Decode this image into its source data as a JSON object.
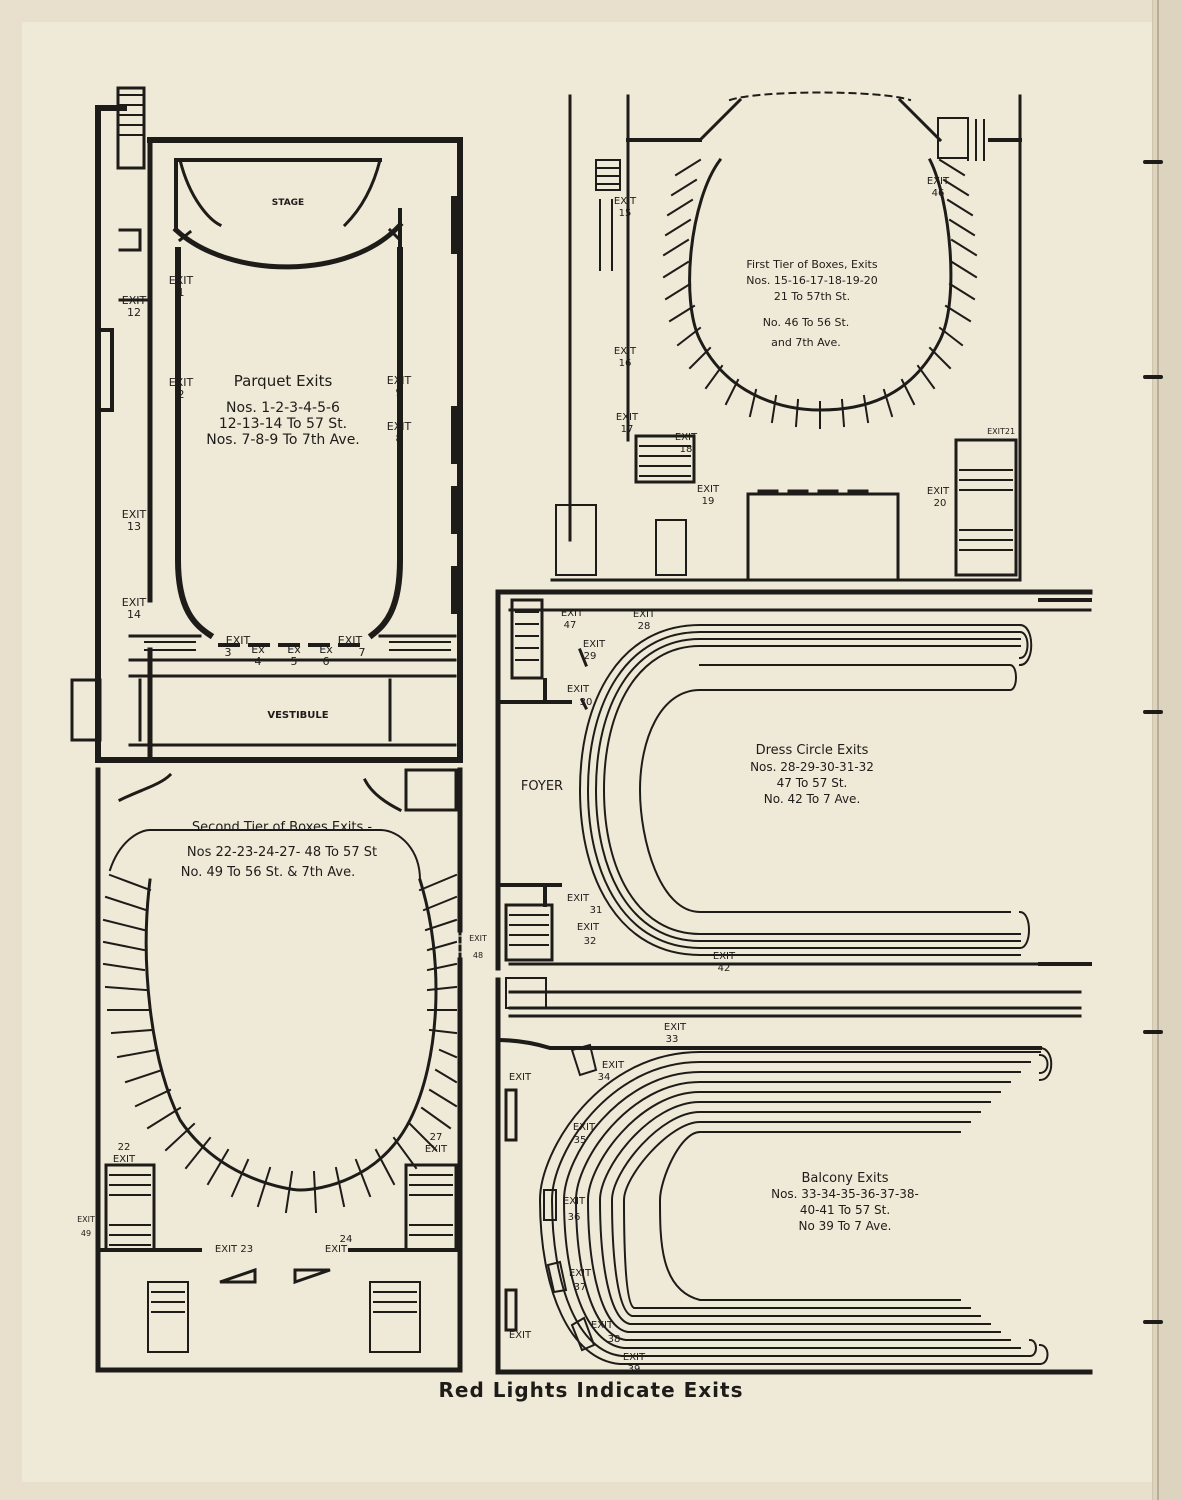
{
  "caption": "Red Lights Indicate Exits",
  "parquet": {
    "stage": "STAGE",
    "vestibule": "VESTIBULE",
    "title": "Parquet Exits",
    "lines": [
      "Nos. 1-2-3-4-5-6",
      "12-13-14 To 57 St.",
      "Nos. 7-8-9 To 7th Ave."
    ],
    "exits": {
      "e1": [
        "EXIT",
        "1"
      ],
      "e2": [
        "EXIT",
        "2"
      ],
      "e3": [
        "EXIT",
        "3"
      ],
      "e4": [
        "Ex",
        "4"
      ],
      "e5": [
        "Ex",
        "5"
      ],
      "e6": [
        "Ex",
        "6"
      ],
      "e7": [
        "EXIT",
        "7"
      ],
      "e8": [
        "EXIT",
        "8"
      ],
      "e9": [
        "EXIT",
        "9"
      ],
      "e12": [
        "EXIT",
        "12"
      ],
      "e13": [
        "EXIT",
        "13"
      ],
      "e14": [
        "EXIT",
        "14"
      ]
    }
  },
  "first_tier": {
    "title": "First Tier of Boxes, Exits",
    "lines": [
      "Nos. 15-16-17-18-19-20",
      "21 To 57th St.",
      "No. 46 To 56 St.",
      "and 7th Ave."
    ],
    "exits": {
      "e15": [
        "EXIT",
        "15"
      ],
      "e16": [
        "EXIT",
        "16"
      ],
      "e17": [
        "EXIT",
        "17"
      ],
      "e18": [
        "EXIT",
        "18"
      ],
      "e19": [
        "EXIT",
        "19"
      ],
      "e20": [
        "EXIT",
        "20"
      ],
      "e21": [
        "EXIT",
        "21"
      ],
      "e46": [
        "EXIT",
        "46"
      ]
    }
  },
  "second_tier": {
    "title": "Second Tier of Boxes Exits -",
    "lines": [
      "Nos 22-23-24-27- 48 To 57 St",
      "No. 49 To 56 St. & 7th Ave."
    ],
    "exits": {
      "e22": [
        "22",
        "EXIT"
      ],
      "e23": [
        "EXIT 23",
        ""
      ],
      "e24": [
        "24",
        "EXIT"
      ],
      "e27": [
        "27",
        "EXIT"
      ],
      "e48": [
        "EXIT",
        "48"
      ],
      "e49": [
        "EXIT",
        "49"
      ]
    }
  },
  "dress_circle": {
    "foyer": "FOYER",
    "title": "Dress Circle Exits",
    "lines": [
      "Nos. 28-29-30-31-32",
      "47 To 57 St.",
      "No. 42 To 7 Ave."
    ],
    "exits": {
      "e28": [
        "EXIT",
        "28"
      ],
      "e29": [
        "EXIT",
        "29"
      ],
      "e30": [
        "EXIT",
        "30"
      ],
      "e31": [
        "EXIT",
        "31"
      ],
      "e32": [
        "EXIT",
        "32"
      ],
      "e42": [
        "EXIT",
        "42"
      ],
      "e47": [
        "EXIT",
        "47"
      ]
    }
  },
  "balcony": {
    "title": "Balcony Exits",
    "lines": [
      "Nos. 33-34-35-36-37-38-",
      "40-41 To 57 St.",
      "No 39 To 7 Ave."
    ],
    "exits": {
      "e33": [
        "EXIT",
        "33"
      ],
      "e34": [
        "EXIT",
        "34"
      ],
      "e35": [
        "EXIT",
        "35"
      ],
      "e36": [
        "EXIT",
        "36"
      ],
      "e37": [
        "EXIT",
        "37"
      ],
      "e38": [
        "EXIT",
        "38"
      ],
      "e39": [
        "EXIT",
        "39"
      ],
      "e40": [
        "EXIT",
        ""
      ],
      "e41": [
        "EXIT",
        ""
      ]
    }
  }
}
